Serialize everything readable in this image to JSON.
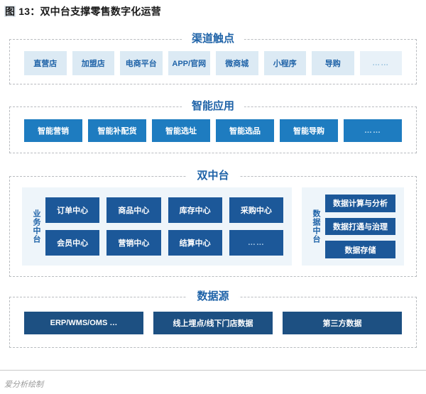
{
  "figure": {
    "tag": "图",
    "title_rest": " 13：双中台支撑零售数字化运营"
  },
  "colors": {
    "title_blue": "#1f63a8",
    "chip_light": "#dceaf4",
    "chip_bright": "#1e7cc0",
    "chip_deep": "#1c5899",
    "chip_navy": "#1d5082",
    "panel_bg": "#eef5fa",
    "dashed_border": "#b9bcc0"
  },
  "sections": {
    "channel": {
      "title": "渠道触点",
      "items": [
        {
          "label": "直营店",
          "muted": false
        },
        {
          "label": "加盟店",
          "muted": false
        },
        {
          "label": "电商平台",
          "muted": false
        },
        {
          "label": "APP/官网",
          "muted": false
        },
        {
          "label": "微商城",
          "muted": false
        },
        {
          "label": "小程序",
          "muted": false
        },
        {
          "label": "导购",
          "muted": false
        },
        {
          "label": "……",
          "muted": true
        }
      ]
    },
    "apps": {
      "title": "智能应用",
      "items": [
        {
          "label": "智能营销",
          "muted": false
        },
        {
          "label": "智能补配货",
          "muted": false
        },
        {
          "label": "智能选址",
          "muted": false
        },
        {
          "label": "智能选品",
          "muted": false
        },
        {
          "label": "智能导购",
          "muted": false
        },
        {
          "label": "……",
          "muted": true
        }
      ]
    },
    "dual": {
      "title": "双中台",
      "business": {
        "label": "业务中台",
        "items": [
          {
            "label": "订单中心",
            "muted": false
          },
          {
            "label": "商品中心",
            "muted": false
          },
          {
            "label": "库存中心",
            "muted": false
          },
          {
            "label": "采购中心",
            "muted": false
          },
          {
            "label": "会员中心",
            "muted": false
          },
          {
            "label": "营销中心",
            "muted": false
          },
          {
            "label": "结算中心",
            "muted": false
          },
          {
            "label": "……",
            "muted": true
          }
        ]
      },
      "data": {
        "label": "数据中台",
        "items": [
          {
            "label": "数据计算与分析",
            "muted": false
          },
          {
            "label": "数据打通与治理",
            "muted": false
          },
          {
            "label": "数据存储",
            "muted": false
          }
        ]
      }
    },
    "source": {
      "title": "数据源",
      "items": [
        {
          "label": "ERP/WMS/OMS …",
          "muted": false
        },
        {
          "label": "线上埋点/线下门店数据",
          "muted": false
        },
        {
          "label": "第三方数据",
          "muted": false
        }
      ]
    }
  },
  "footer": {
    "note": "爱分析绘制"
  }
}
